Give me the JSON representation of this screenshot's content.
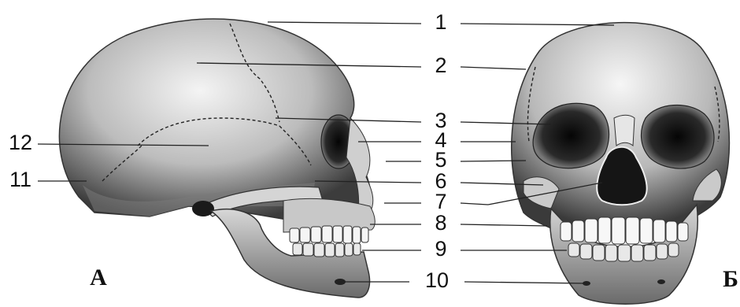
{
  "labels": [
    "1",
    "2",
    "3",
    "4",
    "5",
    "6",
    "7",
    "8",
    "9",
    "10",
    "11",
    "12"
  ],
  "views": {
    "lateral": "А",
    "frontal": "Б"
  },
  "colors": {
    "bone_light": "#f2f2f2",
    "bone_mid": "#b4b4b4",
    "bone_dark": "#4a4a4a",
    "line": "#222222"
  }
}
